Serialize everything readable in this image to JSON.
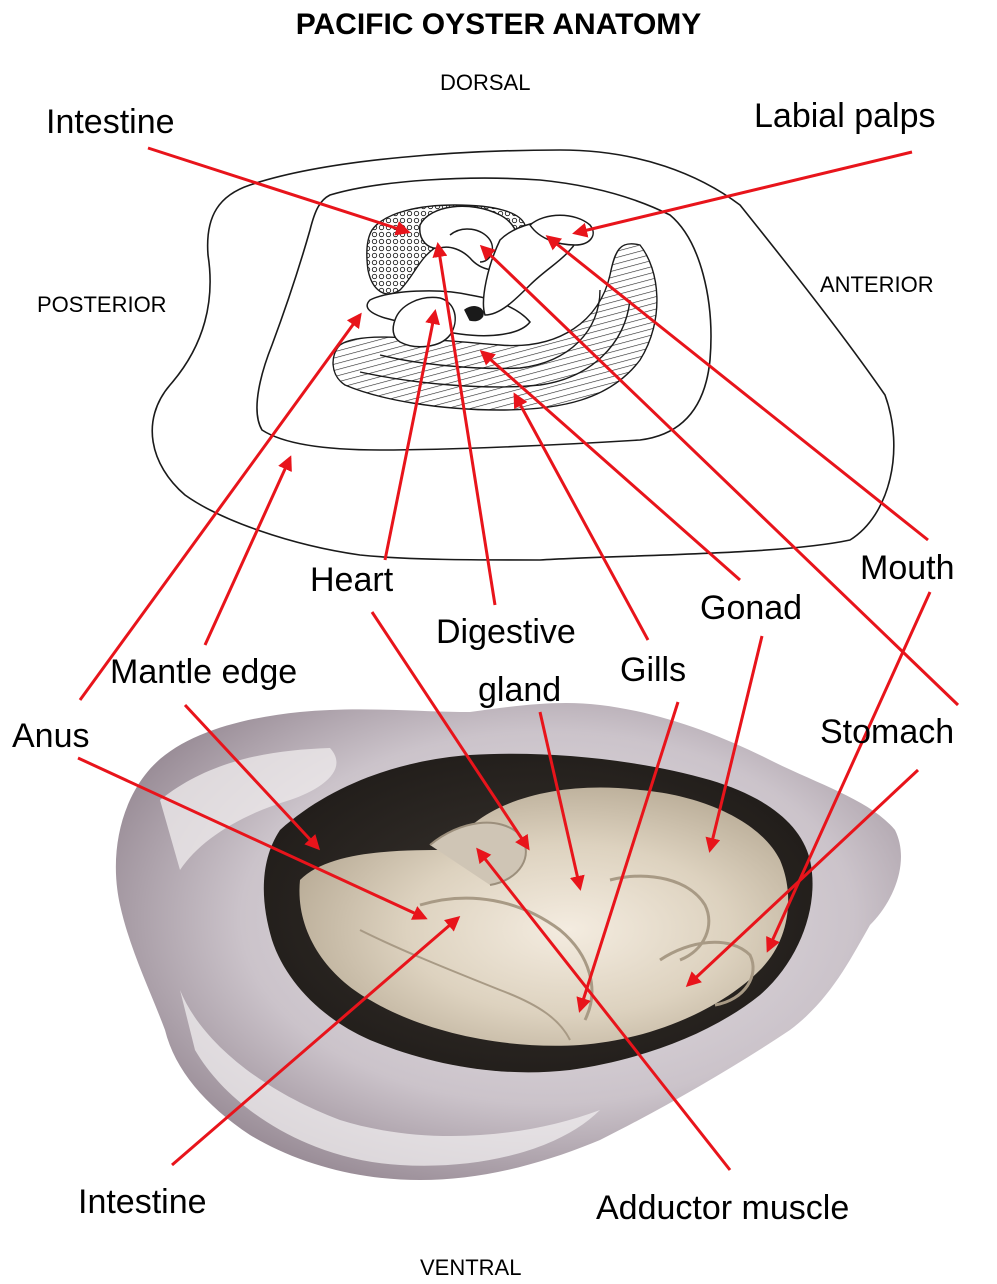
{
  "title": "PACIFIC OYSTER ANATOMY",
  "orientation": {
    "dorsal": "DORSAL",
    "ventral": "VENTRAL",
    "anterior": "ANTERIOR",
    "posterior": "POSTERIOR"
  },
  "labels": {
    "intestine_top": "Intestine",
    "labial_palps": "Labial palps",
    "heart": "Heart",
    "mouth": "Mouth",
    "gonad": "Gonad",
    "digestive_gland_1": "Digestive",
    "digestive_gland_2": "gland",
    "gills": "Gills",
    "mantle_edge": "Mantle edge",
    "anus": "Anus",
    "stomach": "Stomach",
    "intestine_bottom": "Intestine",
    "adductor_muscle": "Adductor muscle"
  },
  "colors": {
    "arrow": "#e8141b",
    "drawing_line": "#1a1a1a"
  }
}
